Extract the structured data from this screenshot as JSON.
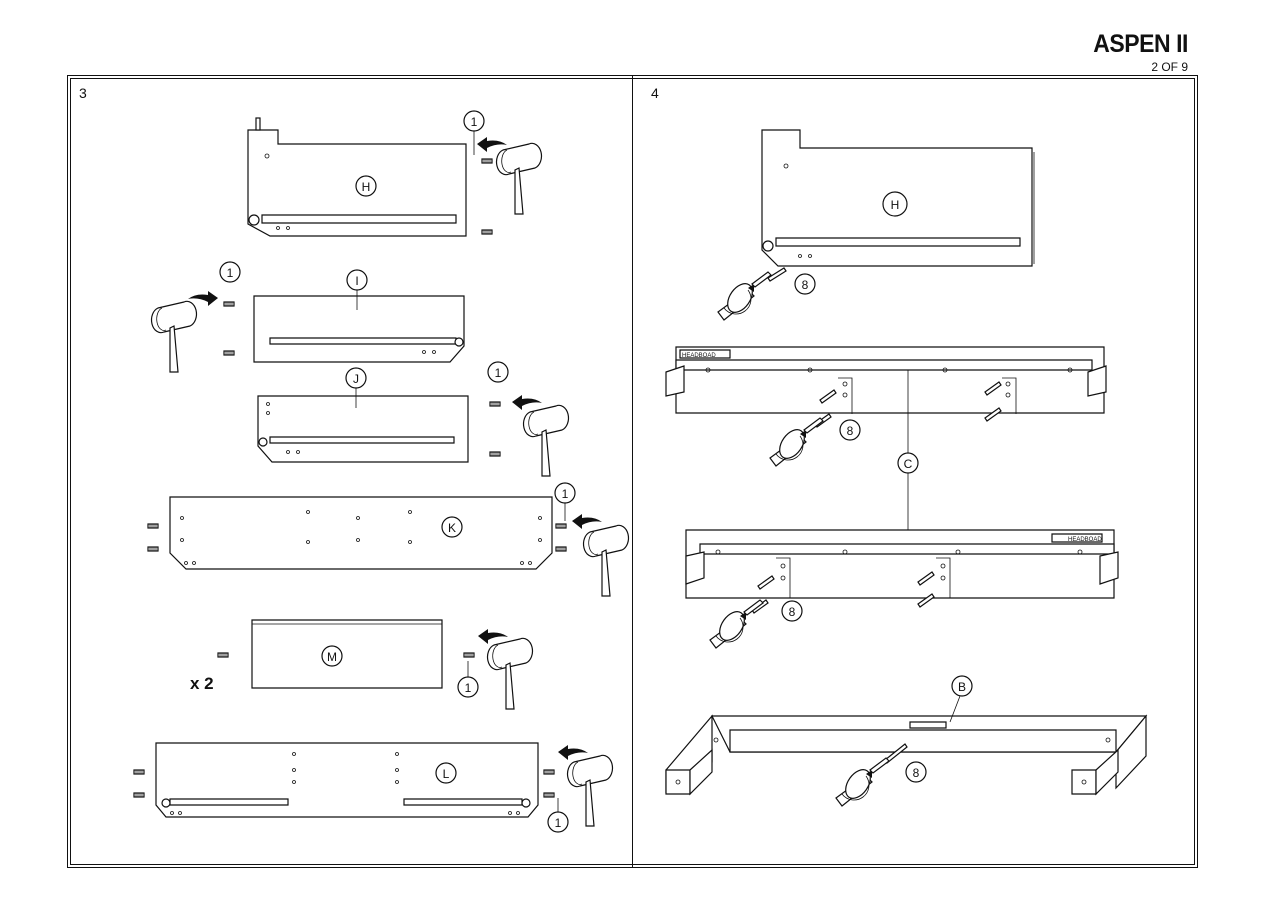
{
  "header": {
    "title": "ASPEN II",
    "page": "2 OF 9"
  },
  "steps": [
    {
      "number": "3",
      "parts": [
        "H",
        "I",
        "J",
        "K",
        "M",
        "L"
      ],
      "hardware": "1",
      "quantity_note": "x 2"
    },
    {
      "number": "4",
      "parts": [
        "H",
        "C",
        "B"
      ],
      "hardware": "8",
      "rail_label": "HEADBOAD"
    }
  ]
}
